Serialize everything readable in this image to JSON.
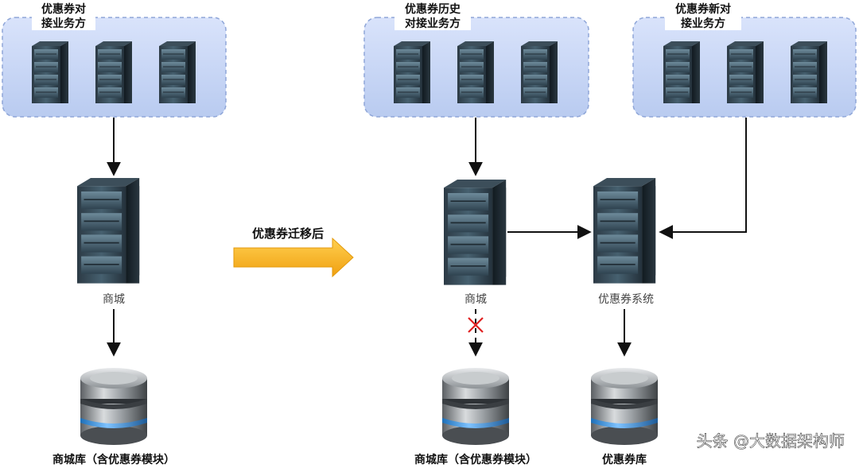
{
  "groups": {
    "left_group": {
      "label_line1": "优惠券对",
      "label_line2": "接业务方"
    },
    "history_group": {
      "label_line1": "优惠券历史",
      "label_line2": "对接业务方"
    },
    "new_group": {
      "label_line1": "优惠券新对",
      "label_line2": "接业务方"
    }
  },
  "nodes": {
    "left_mall": "商城",
    "right_mall": "商城",
    "coupon_system": "优惠券系统"
  },
  "databases": {
    "left_db": "商城库（含优惠券模块）",
    "right_mall_db": "商城库（含优惠券模块）",
    "coupon_db": "优惠券库"
  },
  "transition_label": "优惠券迁移后",
  "watermark": "头条 @大数据架构师",
  "colors": {
    "group_fill": "#c9d7f5",
    "group_stroke": "#8fa6d8",
    "arrow": "#111111",
    "migration_arrow": "#f5b21b",
    "blocked_mark": "#e02020"
  }
}
